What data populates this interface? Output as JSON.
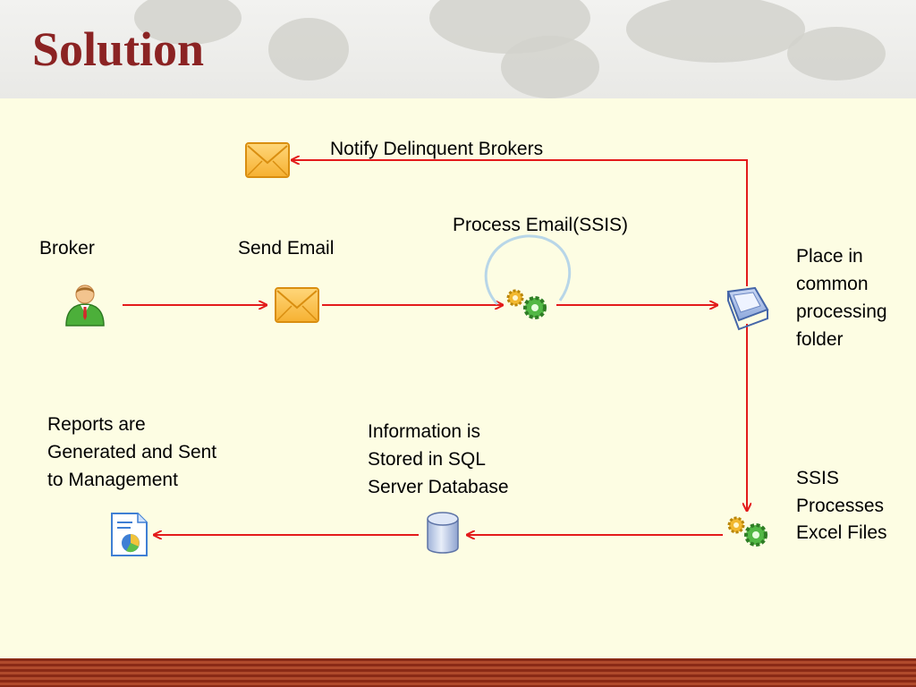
{
  "slide": {
    "title": "Solution"
  },
  "labels": {
    "notify": "Notify Delinquent Brokers",
    "process_email": "Process Email(SSIS)",
    "broker": "Broker",
    "send_email": "Send Email",
    "place_line1": "Place in",
    "place_line2": "common",
    "place_line3": "processing",
    "place_line4": "folder",
    "reports_line1": "Reports are",
    "reports_line2": "Generated and Sent",
    "reports_line3": "to Management",
    "info_line1": "Information is",
    "info_line2": "Stored in SQL",
    "info_line3": "Server Database",
    "ssis_line1": "SSIS",
    "ssis_line2": "Processes",
    "ssis_line3": "Excel Files"
  },
  "colors": {
    "title": "#8b2323",
    "arrow": "#e31b1b",
    "background": "#fdfde3",
    "footer": "#8a2a16"
  },
  "icons": [
    "broker-icon",
    "email-icon",
    "gears-icon",
    "inbox-tray-icon",
    "database-icon",
    "report-icon"
  ]
}
